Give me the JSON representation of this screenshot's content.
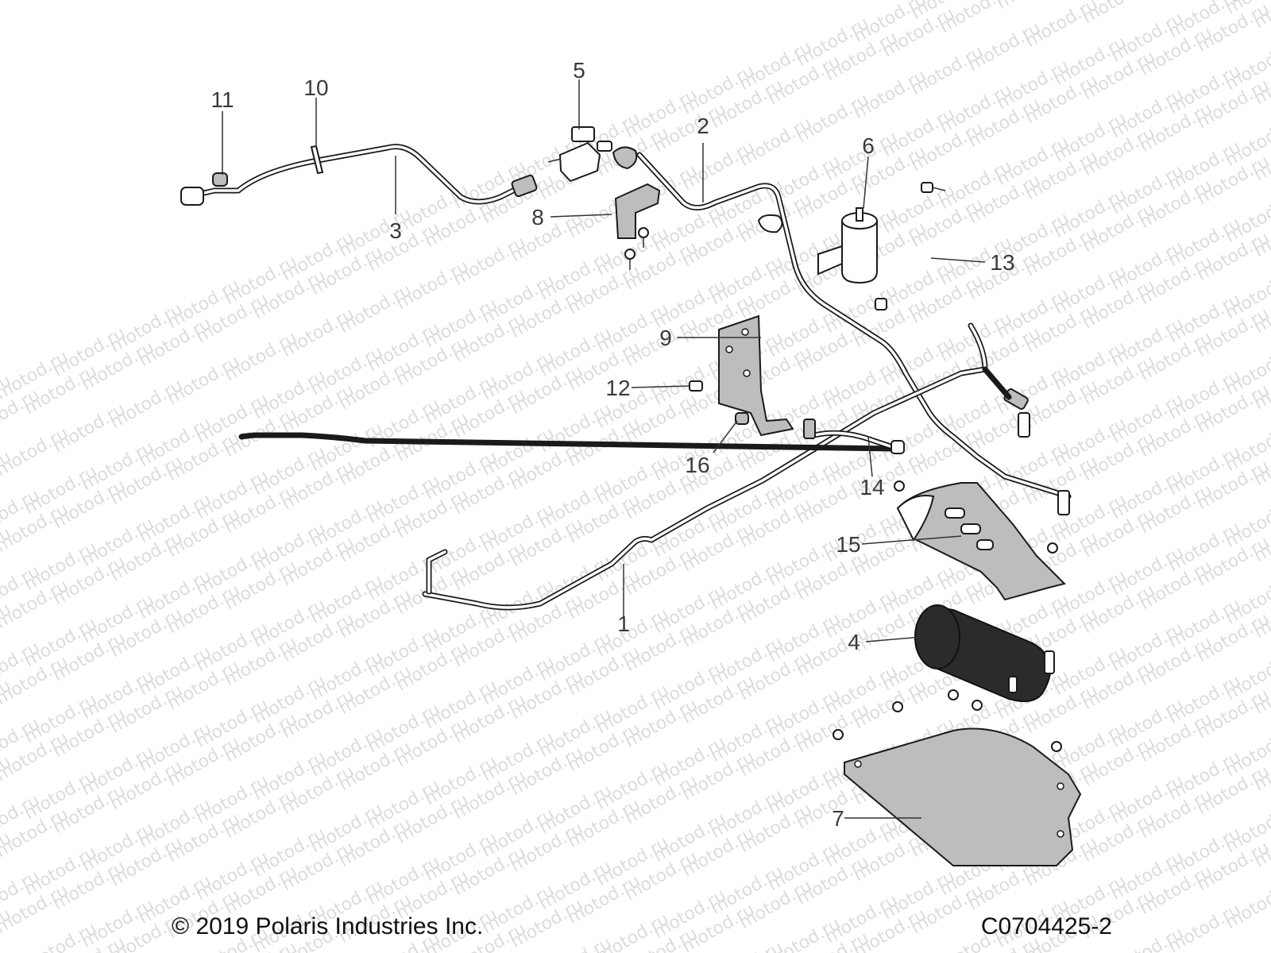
{
  "watermark_text": "motod.ru",
  "callouts": [
    {
      "id": "c1",
      "label": "1"
    },
    {
      "id": "c2",
      "label": "2"
    },
    {
      "id": "c3",
      "label": "3"
    },
    {
      "id": "c4",
      "label": "4"
    },
    {
      "id": "c5",
      "label": "5"
    },
    {
      "id": "c6",
      "label": "6"
    },
    {
      "id": "c7",
      "label": "7"
    },
    {
      "id": "c8",
      "label": "8"
    },
    {
      "id": "c9",
      "label": "9"
    },
    {
      "id": "c10",
      "label": "10"
    },
    {
      "id": "c11",
      "label": "11"
    },
    {
      "id": "c12",
      "label": "12"
    },
    {
      "id": "c13",
      "label": "13"
    },
    {
      "id": "c14",
      "label": "14"
    },
    {
      "id": "c15",
      "label": "15"
    },
    {
      "id": "c16",
      "label": "16"
    }
  ],
  "footer": {
    "copyright": "© 2019 Polaris Industries Inc.",
    "drawing_code": "C0704425-2"
  }
}
